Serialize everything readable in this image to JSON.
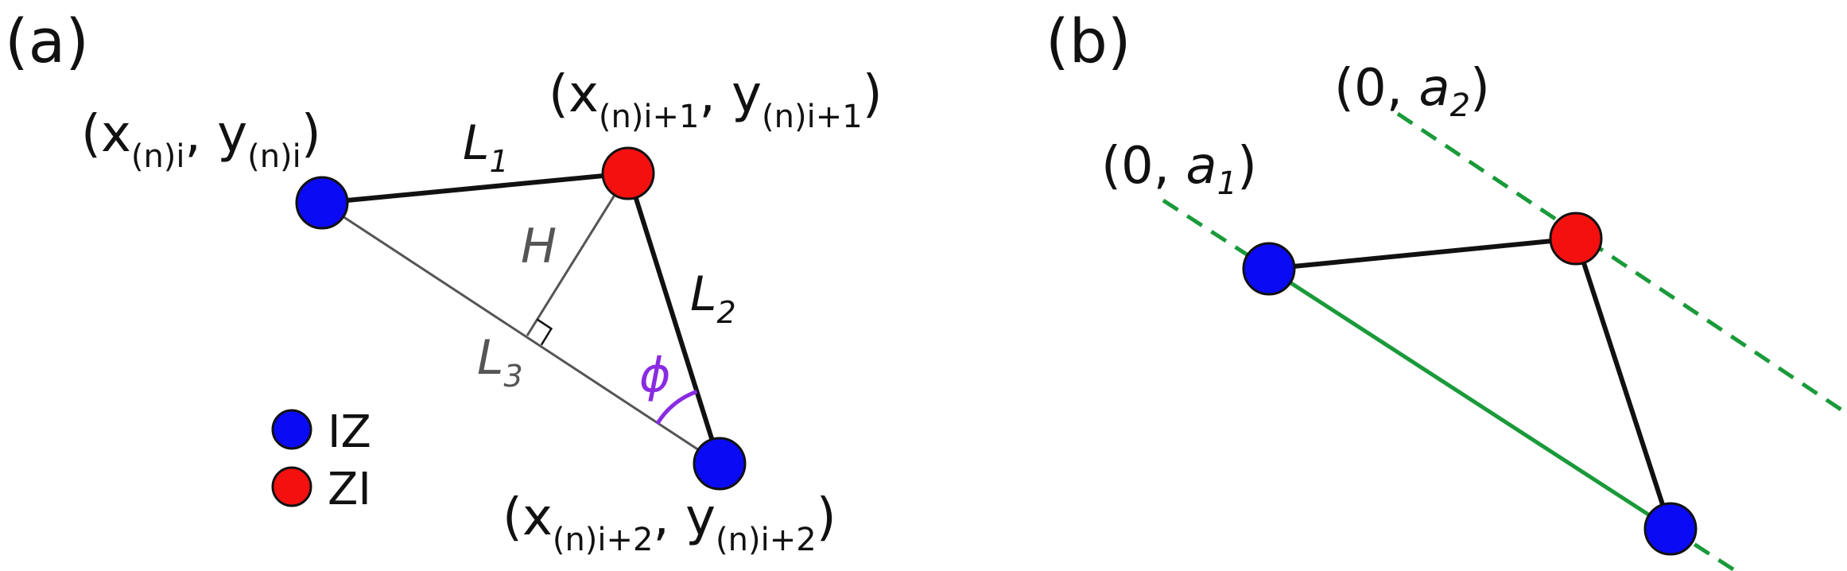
{
  "panels": {
    "a": {
      "label": "(a)"
    },
    "b": {
      "label": "(b)"
    }
  },
  "coords": {
    "p1": {
      "open": "(",
      "x": "x",
      "x_sub": "(n)i",
      "sep": ", ",
      "y": "y",
      "y_sub": "(n)i",
      "close": ")"
    },
    "p2": {
      "open": "(",
      "x": "x",
      "x_sub": "(n)i+1",
      "sep": ", ",
      "y": "y",
      "y_sub": "(n)i+1",
      "close": ")"
    },
    "p3": {
      "open": "(",
      "x": "x",
      "x_sub": "(n)i+2",
      "sep": ", ",
      "y": "y",
      "y_sub": "(n)i+2",
      "close": ")"
    }
  },
  "lengths": {
    "L1": {
      "base": "L",
      "sub": "1"
    },
    "L2": {
      "base": "L",
      "sub": "2"
    },
    "L3": {
      "base": "L",
      "sub": "3"
    },
    "H": "H",
    "phi": "ϕ"
  },
  "intercepts": {
    "a1": {
      "prefix": "(0, ",
      "var": "a",
      "sub": "1",
      "suffix": ")"
    },
    "a2": {
      "prefix": "(0, ",
      "var": "a",
      "sub": "2",
      "suffix": ")"
    }
  },
  "legend": [
    {
      "label": "IZ",
      "color": "#0a0af5"
    },
    {
      "label": "ZI",
      "color": "#f51010"
    }
  ],
  "colors": {
    "iz": "#0a0af5",
    "zi": "#f51010",
    "angle": "#8a2be2",
    "line_green": "#1a9a3a",
    "thin_line": "#555555"
  }
}
